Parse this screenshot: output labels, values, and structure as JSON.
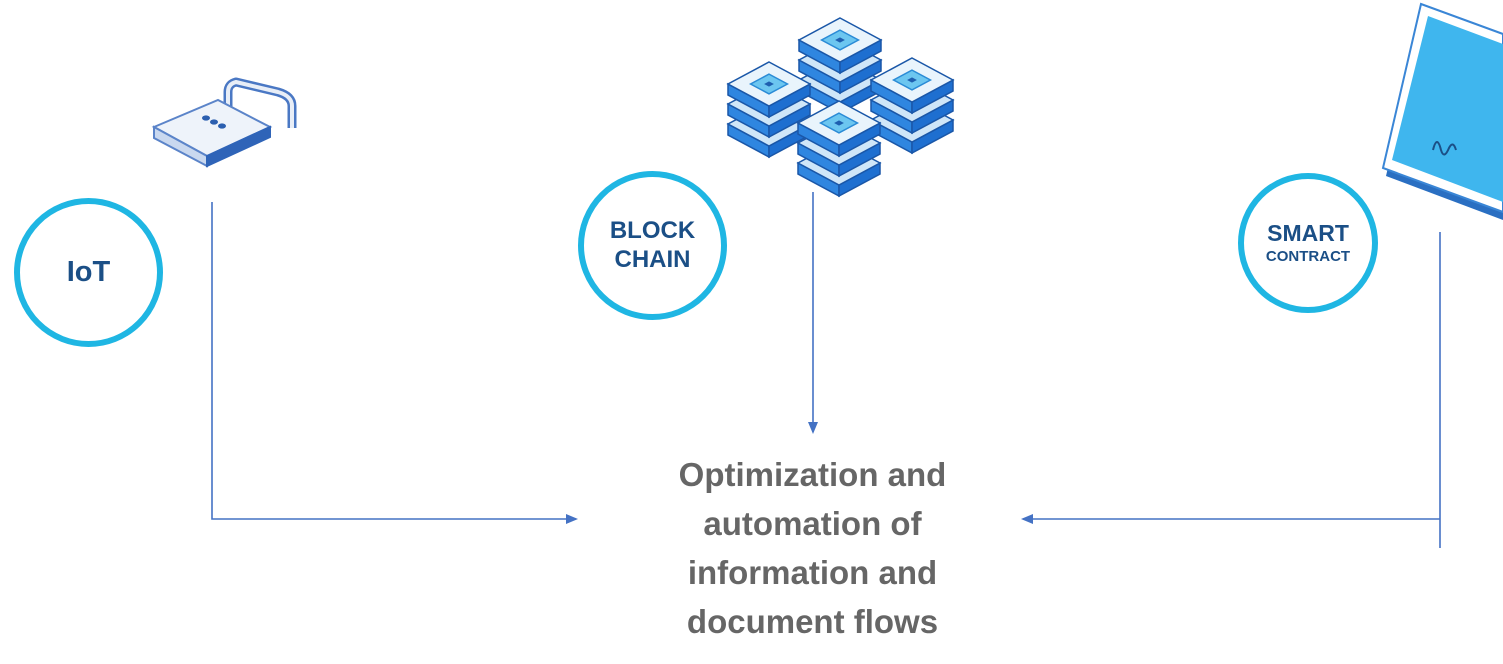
{
  "diagram": {
    "nodes": {
      "iot": {
        "label": "IoT",
        "icon": "padlock-icon"
      },
      "blockchain": {
        "label_line1": "BLOCK",
        "label_line2": "CHAIN",
        "icon": "server-stack-icon"
      },
      "smart_contract": {
        "label_line1": "SMART",
        "label_line2": "CONTRACT",
        "icon": "contract-document-icon"
      }
    },
    "target": {
      "lines": [
        "Optimization and",
        "automation of",
        "information and",
        "document flows"
      ]
    },
    "colors": {
      "circle_border": "#1fb6e3",
      "label_text": "#1b4f86",
      "arrow": "#4472c4",
      "target_text": "#666666",
      "icon_blue": "#1e88d8",
      "icon_light": "#6cc6f0"
    }
  }
}
